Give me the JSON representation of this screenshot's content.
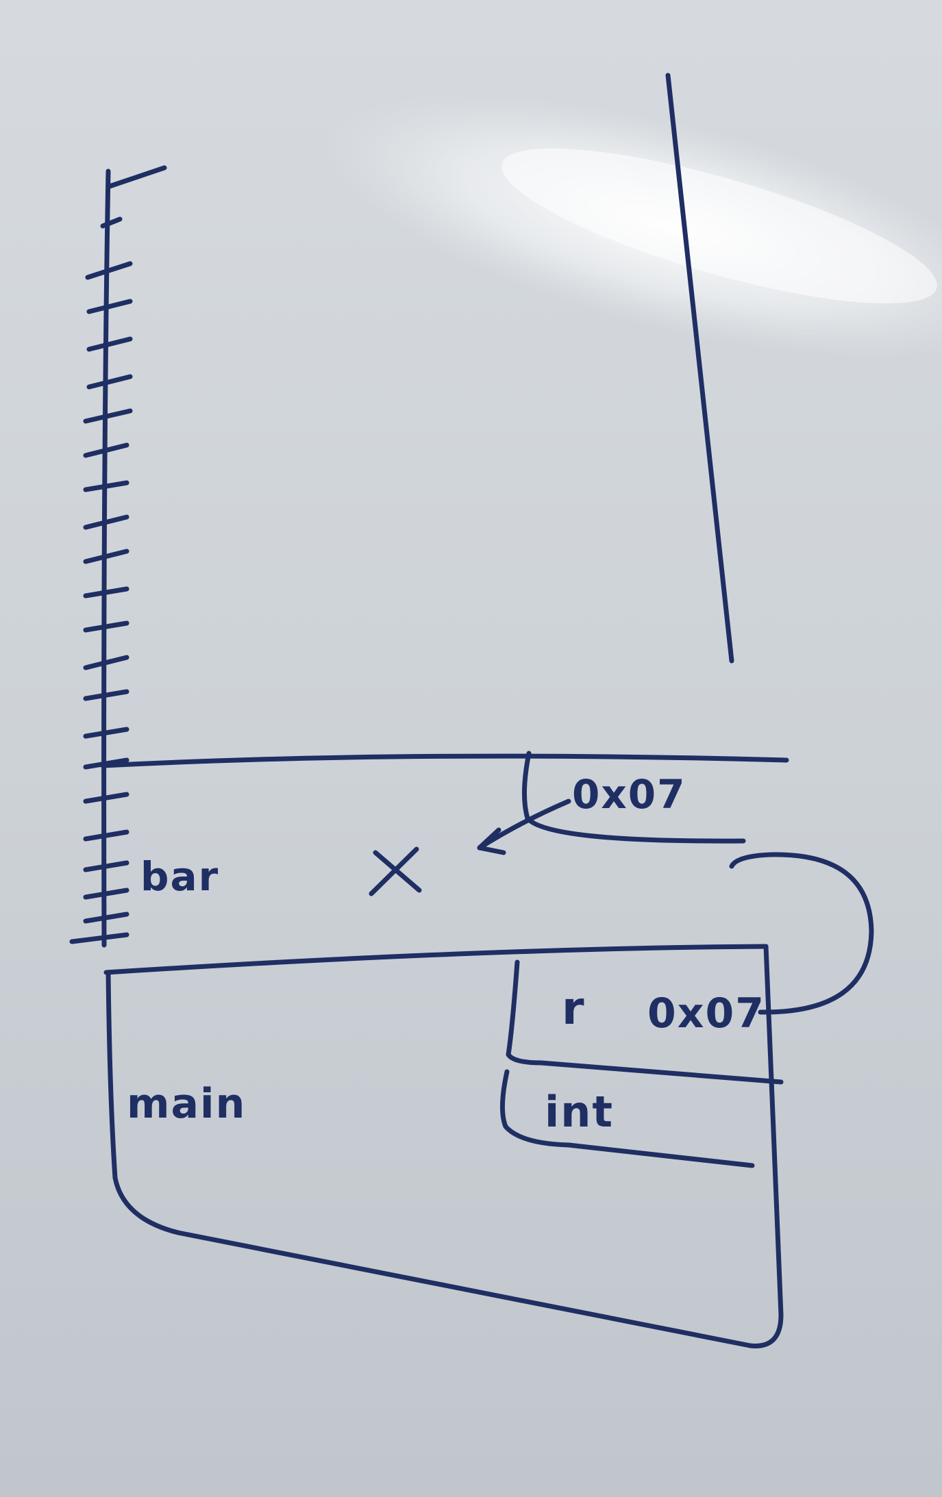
{
  "diagram": {
    "ink_color": "#1f2e63",
    "board_color": "#c9ced3",
    "frames": {
      "bar": {
        "label": "bar"
      },
      "main": {
        "label": "main"
      }
    },
    "variables": {
      "x": {
        "name": "x",
        "value": "0x07"
      },
      "r": {
        "name": "r",
        "value": "0x07"
      },
      "int": {
        "label": "int"
      }
    }
  }
}
